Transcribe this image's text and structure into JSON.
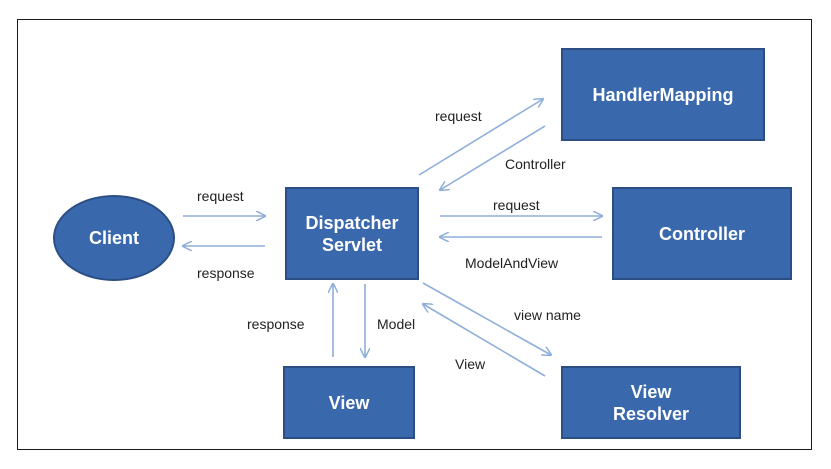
{
  "nodes": {
    "client": "Client",
    "dispatcher_line1": "Dispatcher",
    "dispatcher_line2": "Servlet",
    "handler_mapping": "HandlerMapping",
    "controller": "Controller",
    "view": "View",
    "view_resolver_line1": "View",
    "view_resolver_line2": "Resolver"
  },
  "edges": {
    "client_request": "request",
    "client_response": "response",
    "hm_request": "request",
    "hm_controller": "Controller",
    "ctrl_request": "request",
    "ctrl_model_and_view": "ModelAndView",
    "vr_view_name": "view name",
    "vr_view": "View",
    "view_response": "response",
    "view_model": "Model"
  },
  "colors": {
    "node_fill": "#3a68ac",
    "node_border": "#2b4f85",
    "arrow": "#8eaedb"
  }
}
